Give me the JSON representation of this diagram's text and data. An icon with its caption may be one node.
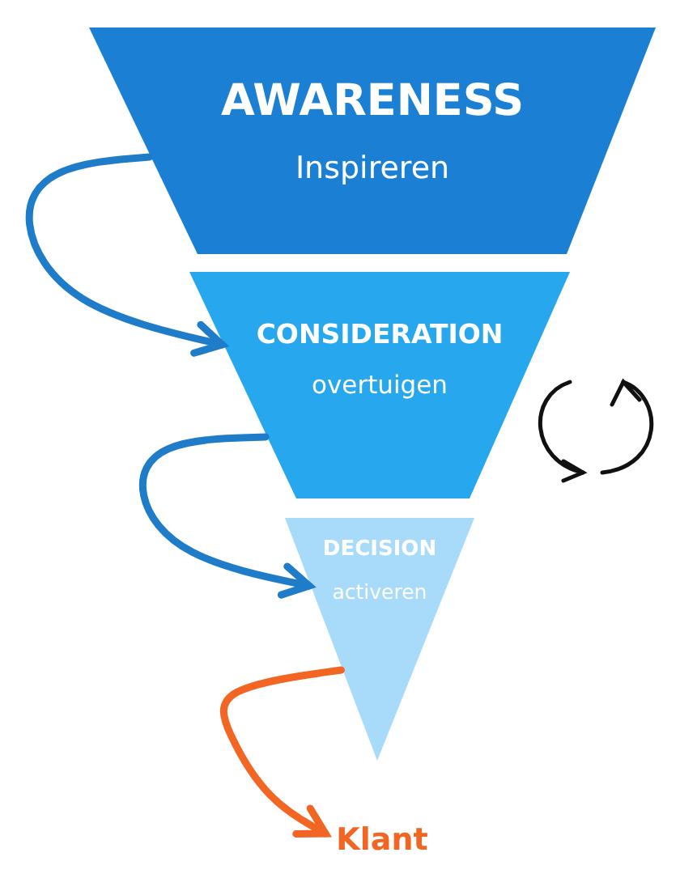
{
  "diagram": {
    "nodes": [
      {
        "text": [
          "AWARENESS",
          "Inspireren"
        ]
      },
      {
        "text": [
          "CONSIDERATION",
          "overtuigen"
        ]
      },
      {
        "text": [
          "DECISION",
          "activeren"
        ]
      },
      {
        "text": [
          "Klant"
        ]
      }
    ],
    "edges": [
      {
        "from": 0,
        "to": 1,
        "arrow": "to"
      },
      {
        "from": 1,
        "to": 2,
        "arrow": "to"
      },
      {
        "from": 2,
        "to": 3,
        "arrow": "to",
        "color": "#f26522"
      }
    ]
  }
}
